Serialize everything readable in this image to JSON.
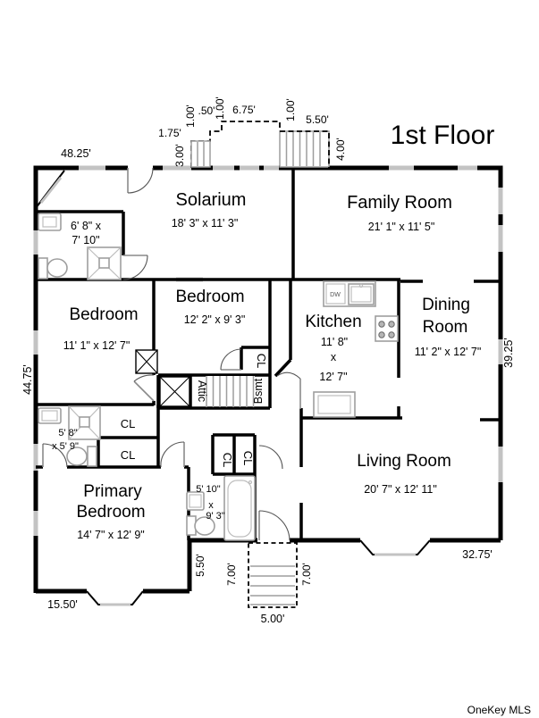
{
  "title": "1st Floor",
  "watermark": "OneKey MLS",
  "rooms": {
    "solarium": {
      "name": "Solarium",
      "dims": "18' 3\" x 11' 3\""
    },
    "family_room": {
      "name": "Family Room",
      "dims": "21' 1\" x 11' 5\""
    },
    "bedroom_left": {
      "name": "Bedroom",
      "dims": "11' 1\" x 12' 7\""
    },
    "bedroom_middle": {
      "name": "Bedroom",
      "dims": "12' 2\" x 9' 3\""
    },
    "kitchen": {
      "name": "Kitchen",
      "width": "11' 8\"",
      "by": "x",
      "length": "12' 7\""
    },
    "dining_room": {
      "name_line1": "Dining",
      "name_line2": "Room",
      "dims": "11' 2\" x 12' 7\""
    },
    "living_room": {
      "name": "Living Room",
      "dims": "20' 7\" x 12' 11\""
    },
    "primary_bedroom": {
      "name_line1": "Primary",
      "name_line2": "Bedroom",
      "dims": "14' 7\" x 12' 9\""
    },
    "bathroom_top": {
      "dims_line1": "6' 8\" x",
      "dims_line2": "7' 10\""
    },
    "bathroom_mid": {
      "dims_line1": "5' 8\"",
      "dims_line2": "x 5' 9\""
    },
    "bathroom_rear": {
      "width": "5' 10\"",
      "by": "x",
      "length": "9' 3\""
    },
    "attic_stairs": "Attic",
    "basement_stairs": "Bsmt",
    "closets": [
      "CL",
      "CL",
      "CL",
      "CL",
      "CL"
    ]
  },
  "appliances": {
    "dishwasher": "DW"
  },
  "dimensions": {
    "top_wall": "48.25'",
    "left_wall": "44.75'",
    "right_wall": "39.25'",
    "bottom_left": "15.50'",
    "bottom_right": "32.75'",
    "side_jog": "5.50'",
    "porch": {
      "step_offset": "1.75'",
      "step_depth": "3.00'",
      "rise_a": "1.00'",
      "tread": ".50'",
      "rise_b": "1.00'",
      "walk_length": "6.75'",
      "rise_c": "1.00'",
      "stair_width": "5.50'",
      "stair_depth": "4.00'"
    },
    "rear_steps": {
      "depth_left": "7.00'",
      "depth_right": "7.00'",
      "width": "5.00'"
    }
  },
  "colors": {
    "wall": "#000000",
    "window": "#c3c3c3",
    "fixture": "#9e9e9e",
    "watermark": "#9aa2ab"
  }
}
